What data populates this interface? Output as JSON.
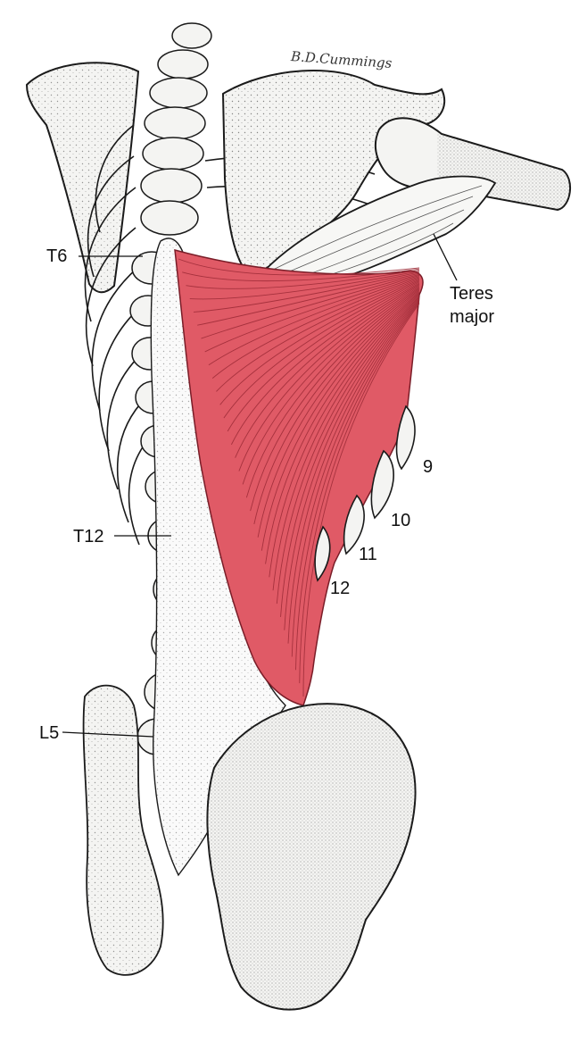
{
  "labels": {
    "t6": "T6",
    "teres_major_line1": "Teres",
    "teres_major_line2": "major",
    "rib_9": "9",
    "rib_10": "10",
    "rib_11": "11",
    "rib_12": "12",
    "t12": "T12",
    "l5": "L5"
  },
  "signature": "B.D.Cummings",
  "colors": {
    "muscle": "#e05a66",
    "muscle_fiber": "#9c2a36",
    "bone_fill": "#f4f4f2",
    "bone_outline": "#1a1a1a",
    "stipple": "#555555",
    "leader_line": "#111111"
  }
}
